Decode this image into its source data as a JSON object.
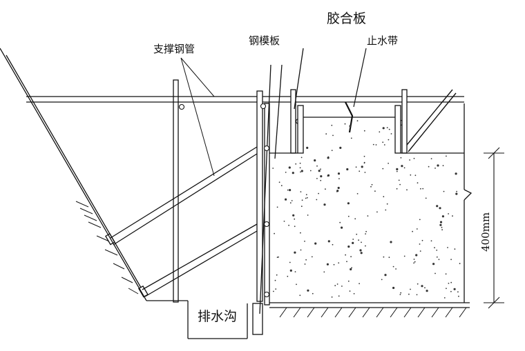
{
  "labels": {
    "support_pipe": "支撑钢管",
    "steel_formwork": "钢模板",
    "plywood": "胶合板",
    "waterstop": "止水带",
    "drain_ditch": "排水沟",
    "height_dimension": "400mm"
  },
  "colors": {
    "line": "#111111",
    "background": "#ffffff"
  }
}
